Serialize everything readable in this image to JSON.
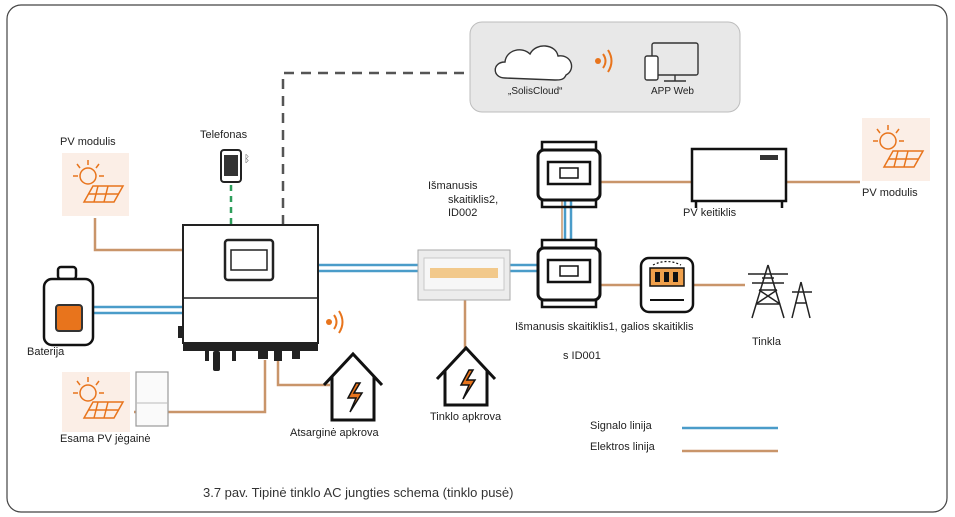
{
  "cloud": {
    "cloud_label": "„SolisCloud“",
    "app_label": "APP Web"
  },
  "devices": {
    "phone": "Telefonas",
    "pv_module_left": "PV modulis",
    "pv_module_right": "PV modulis",
    "pv_inverter": "PV keitiklis",
    "smart_meter_2_line1": "Išmanusis",
    "smart_meter_2_line2": "skaitiklis2,",
    "smart_meter_2_line3": "ID002",
    "smart_meter_1": "Išmanusis skaitiklis1, galios skaitiklis",
    "smart_meter_1_id": "s ID001",
    "battery": "Baterija",
    "existing_pv": "Esama PV jėgainė",
    "backup_load": "Atsarginė apkrova",
    "grid_load": "Tinklo apkrova",
    "grid": "Tinkla"
  },
  "legend": {
    "signal": "Signalo linija",
    "power": "Elektros linija"
  },
  "caption": "3.7 pav. Tipinė tinklo AC jungties schema (tinklo pusė)",
  "colors": {
    "signal": "#4a9cc9",
    "power": "#c9956a",
    "accent": "#e8741c",
    "phone_line": "#2e9e5b",
    "frame": "#333333"
  }
}
